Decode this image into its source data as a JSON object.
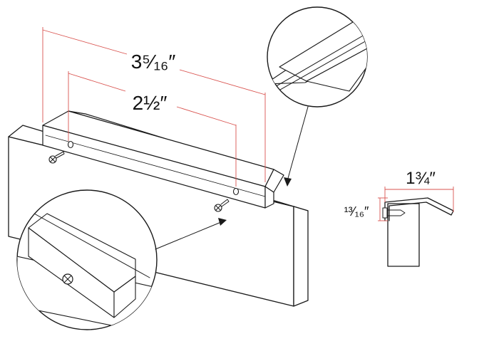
{
  "colors": {
    "ink": "#1a1a1a",
    "dimension_line": "#d9534f",
    "background": "#ffffff"
  },
  "dimensions": {
    "overall_width": "3⁵⁄₁₆″",
    "hole_spacing": "2½″",
    "depth": "1¾″",
    "lip_height": "¹³⁄₁₆″"
  },
  "icons": [
    "screw-icon",
    "magnifier-callout",
    "section-profile"
  ]
}
